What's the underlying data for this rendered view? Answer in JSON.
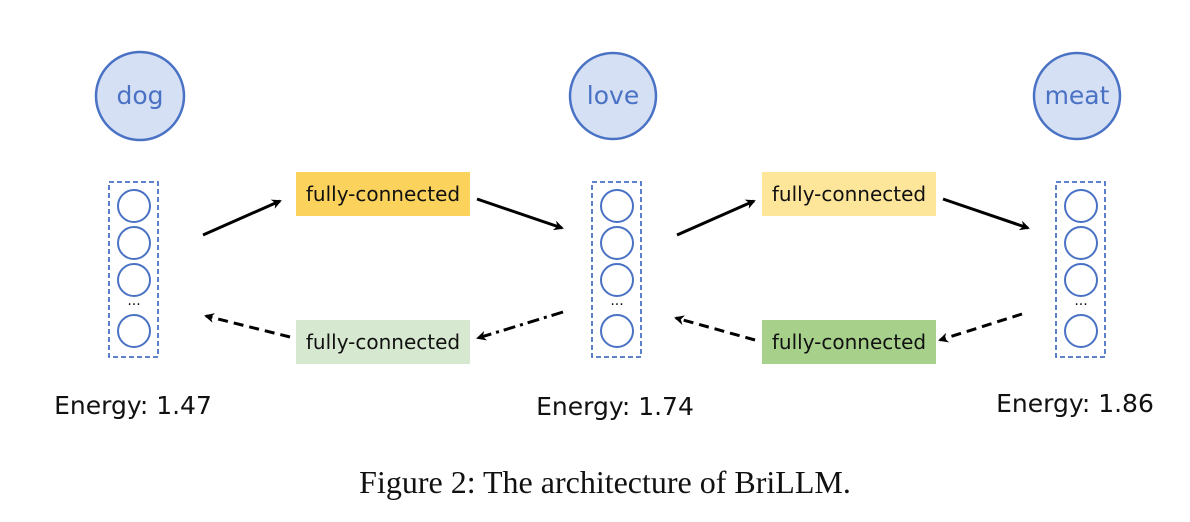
{
  "colors": {
    "node_fill": "#d6e0f5",
    "node_stroke": "#4a72c4",
    "fc_forward_1": "#fbd35c",
    "fc_forward_2": "#fde59a",
    "fc_backward_1": "#d6e8cf",
    "fc_backward_2": "#a7d08b"
  },
  "nodes": [
    {
      "word": "dog",
      "energy": "Energy: 1.47"
    },
    {
      "word": "love",
      "energy": "Energy: 1.74"
    },
    {
      "word": "meat",
      "energy": "Energy: 1.86"
    }
  ],
  "vector_ellipsis": "...",
  "fc_blocks": {
    "forward_1": "fully-connected",
    "forward_2": "fully-connected",
    "backward_1": "fully-connected",
    "backward_2": "fully-connected"
  },
  "caption": "Figure 2: The architecture of BriLLM."
}
